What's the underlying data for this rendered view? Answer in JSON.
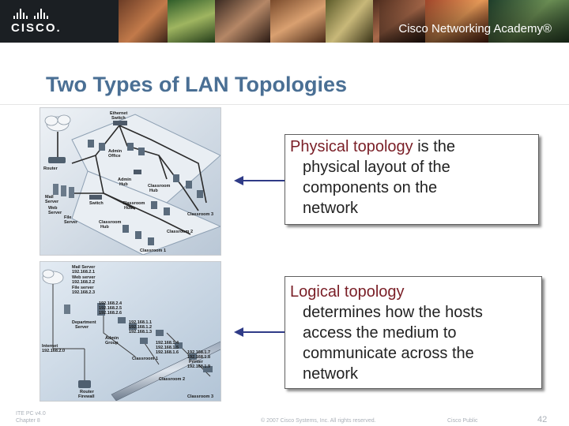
{
  "header": {
    "logo_text": "CISCO.",
    "academy_text": "Cisco Networking Academy®"
  },
  "slide": {
    "title": "Two Types of LAN Topologies"
  },
  "physical_diagram": {
    "labels": {
      "ethernet_switch": [
        "Ethernet",
        "Switch"
      ],
      "router": "Router",
      "admin_office": [
        "Admin",
        "Office"
      ],
      "admin_hub": [
        "Admin",
        "Hub"
      ],
      "mail_server": [
        "Mail",
        "Server"
      ],
      "web_server": [
        "Web",
        "Server"
      ],
      "file_server": [
        "File",
        "Server"
      ],
      "switch": "Switch",
      "classroom_hub_1": [
        "Classroom",
        "Hub"
      ],
      "classroom_hub_2": [
        "Classroom",
        "Hub"
      ],
      "classroom_hub_3": [
        "Classroom",
        "Hub"
      ],
      "classroom_3": "Classroom 3",
      "classroom_2": "Classroom 2",
      "classroom_1": "Classroom 1"
    }
  },
  "logical_diagram": {
    "labels": {
      "mail_server": "Mail Server",
      "mail_ip": "192.168.2.1",
      "web_server": "Web server",
      "web_ip": "192.168.2.2",
      "file_server": "File server",
      "file_ip": "192.168.2.3",
      "dept_ips": [
        "192.168.2.4",
        "192.168.2.5",
        "192.168.2.6"
      ],
      "department_server": [
        "Department",
        "Server"
      ],
      "admin_group": [
        "Admin",
        "Group"
      ],
      "admin_ips": [
        "192.168.1.1",
        "192.168.1.2",
        "192.168.1.3"
      ],
      "internet": "Internet",
      "internet_ip": "192.168.2.0",
      "classroom1_ips": [
        "192.168.1.4",
        "192.168.1.5",
        "192.168.1.6"
      ],
      "classroom_1": "Classroom 1",
      "classroom2_ips": [
        "192.168.1.7",
        "192.168.1.8"
      ],
      "printer": "Printer",
      "printer_ip": "192.168.1.9",
      "classroom_2": "Classroom 2",
      "router_firewall": [
        "Router",
        "Firewall"
      ],
      "classroom_3": "Classroom 3"
    }
  },
  "callouts": {
    "physical": {
      "term": "Physical topology",
      "rest_line1": " is the",
      "lines": [
        "physical layout of the",
        "components on the",
        "network"
      ]
    },
    "logical": {
      "term": "Logical topology",
      "lines": [
        "determines how the hosts",
        "access the medium to",
        "communicate across the",
        "network"
      ]
    }
  },
  "footer": {
    "course": "ITE PC v4.0",
    "chapter": "Chapter 8",
    "copyright": "© 2007 Cisco Systems, Inc. All rights reserved.",
    "classification": "Cisco Public",
    "page": "42"
  },
  "colors": {
    "title": "#4a6f94",
    "term": "#7a1f27",
    "arrow": "#2f3b87",
    "banner": "#1b1f23"
  }
}
